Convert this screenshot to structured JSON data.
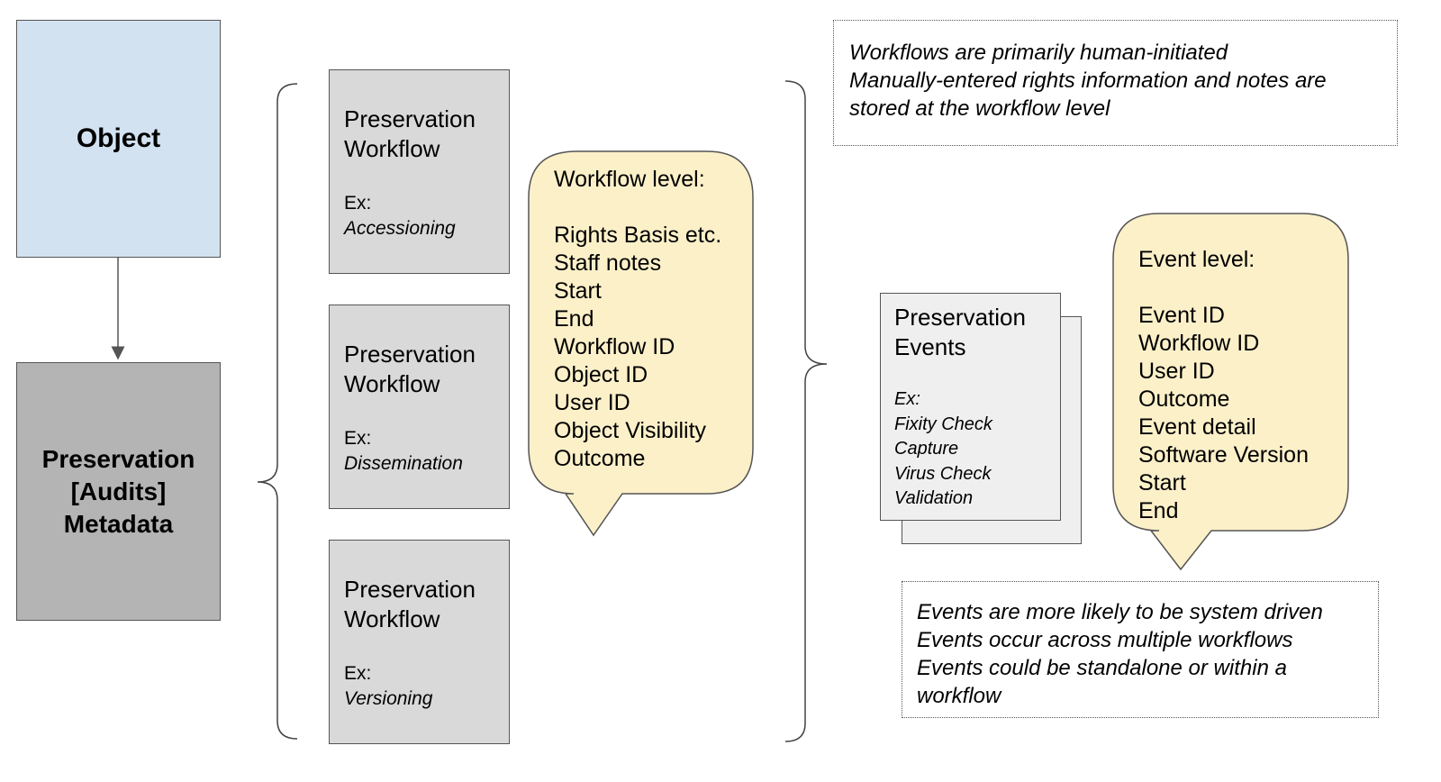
{
  "object_box": {
    "label": "Object"
  },
  "metadata_box": {
    "lines": [
      "Preservation",
      "[Audits]",
      "Metadata"
    ]
  },
  "workflows": [
    {
      "title_lines": [
        "Preservation",
        "Workflow"
      ],
      "ex_label": "Ex:",
      "example": "Accessioning"
    },
    {
      "title_lines": [
        "Preservation",
        "Workflow"
      ],
      "ex_label": "Ex:",
      "example": "Dissemination"
    },
    {
      "title_lines": [
        "Preservation",
        "Workflow"
      ],
      "ex_label": "Ex:",
      "example": "Versioning"
    }
  ],
  "workflow_bubble": {
    "heading": "Workflow level:",
    "items": [
      "Rights Basis etc.",
      "Staff notes",
      "Start",
      "End",
      "Workflow ID",
      "Object ID",
      "User ID",
      "Object Visibility",
      "Outcome"
    ]
  },
  "events_box": {
    "title_lines": [
      "Preservation",
      "Events"
    ],
    "ex_label": "Ex:",
    "examples": [
      "Fixity Check",
      "Capture",
      "Virus Check",
      "Validation"
    ]
  },
  "event_bubble": {
    "heading": "Event level:",
    "items": [
      "Event ID",
      "Workflow ID",
      "User ID",
      "Outcome",
      "Event detail",
      "Software Version",
      "Start",
      "End"
    ]
  },
  "note_top": {
    "lines": [
      "Workflows are primarily human-initiated",
      "Manually-entered rights information and notes are",
      "stored at the workflow level"
    ]
  },
  "note_bottom": {
    "lines": [
      "Events are more likely to be system driven",
      "Events occur across multiple workflows",
      "Events could be standalone or within a",
      "workflow"
    ]
  },
  "colors": {
    "object_fill": "#d3e2f1",
    "metadata_fill": "#b4b4b4",
    "workflow_fill": "#d9d9d9",
    "events_fill": "#efefef",
    "bubble_fill": "#fcf0c9",
    "border": "#555555"
  }
}
